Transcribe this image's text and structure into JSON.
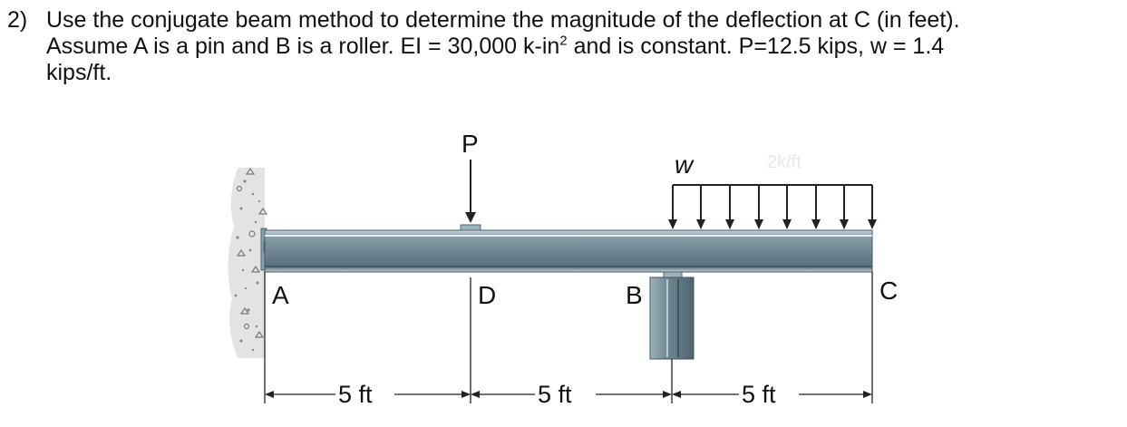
{
  "problem": {
    "number": "2)",
    "line1": "Use the conjugate beam method to determine the magnitude of the deflection at C (in feet).",
    "line2_pre": "Assume A is a pin and B is a roller.  EI = 30,000 k-in",
    "line2_sup": "2",
    "line2_post": " and is constant.  P=12.5 kips, w = 1.4",
    "line3": "kips/ft."
  },
  "figure": {
    "load_label": "P",
    "distributed_label": "w",
    "faint_label": "2k/ft",
    "point_labels": {
      "a": "A",
      "d": "D",
      "b": "B",
      "c": "C"
    },
    "dimensions": [
      "5 ft",
      "5 ft",
      "5 ft"
    ],
    "colors": {
      "beam": "#6e8792",
      "beam_dark": "#3f5663",
      "beam_light": "#cdd8de",
      "wall": "#d9d9d9",
      "line": "#222222"
    }
  }
}
